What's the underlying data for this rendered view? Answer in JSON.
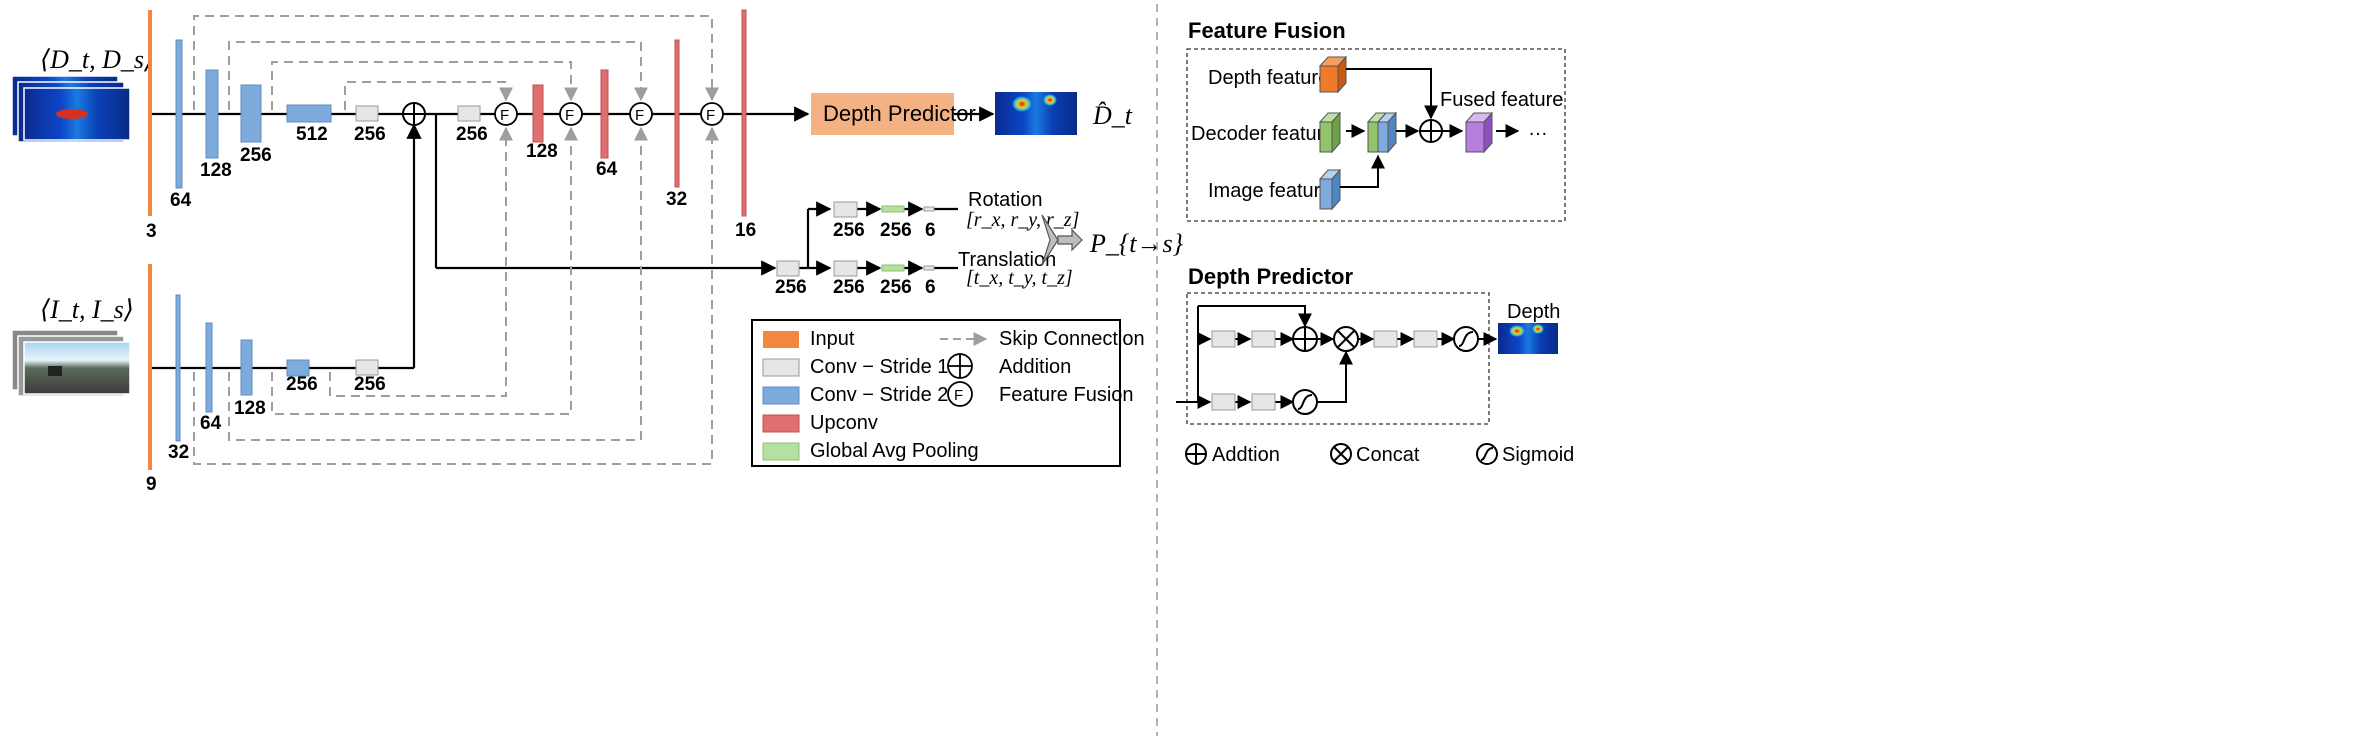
{
  "inputs": {
    "depth_pair": "⟨D_t, D_s⟩",
    "image_pair": "⟨I_t, I_s⟩"
  },
  "depth_encoder": {
    "input_channels": "3",
    "channels": [
      "64",
      "128",
      "256",
      "512",
      "256"
    ]
  },
  "image_encoder": {
    "input_channels": "9",
    "channels": [
      "32",
      "64",
      "128",
      "256",
      "256"
    ]
  },
  "decoder": {
    "conv_label": "256",
    "fusion_symbol": "F",
    "upconv_channels": [
      "128",
      "64",
      "32",
      "16"
    ]
  },
  "depth_predictor": {
    "label": "Depth Predictor",
    "output": "D̂_t"
  },
  "pose_head": {
    "shared_conv": "256",
    "rotation": {
      "label": "Rotation",
      "vector": "[r_x, r_y, r_z]",
      "convs": [
        "256",
        "256",
        "6"
      ]
    },
    "translation": {
      "label": "Translation",
      "vector": "[t_x, t_y, t_z]",
      "convs": [
        "256",
        "256",
        "6"
      ]
    },
    "output": "P_{t→s}"
  },
  "legend": {
    "items": [
      {
        "label": "Input",
        "color": "#f4873e"
      },
      {
        "label": "Conv − Stride 1",
        "color": "#e6e6e6"
      },
      {
        "label": "Conv − Stride 2",
        "color": "#7fabdc"
      },
      {
        "label": "Upconv",
        "color": "#e07070"
      },
      {
        "label": "Global Avg Pooling",
        "color": "#b5e0a0"
      }
    ],
    "symbols": [
      {
        "label": "Skip Connection",
        "icon": "dashed-arrow"
      },
      {
        "label": "Addition",
        "icon": "circle-plus"
      },
      {
        "label": "Feature Fusion",
        "icon": "circle-F"
      }
    ]
  },
  "feature_fusion_panel": {
    "title": "Feature Fusion",
    "depth_feature": "Depth feature",
    "decoder_feature": "Decoder feature",
    "image_feature": "Image feature",
    "fused_feature": "Fused feature",
    "ellipsis": "…"
  },
  "depth_predictor_panel": {
    "title": "Depth Predictor",
    "output_label": "Depth"
  },
  "bottom_legend": {
    "addition": "Addtion",
    "concat": "Concat",
    "sigmoid": "Sigmoid"
  },
  "colors": {
    "input": "#f4873e",
    "conv_stride1": "#e6e6e6",
    "conv_stride2": "#7fabdc",
    "upconv": "#e07070",
    "gap": "#b5e0a0",
    "depth_predictor_box": "#f4b183",
    "skip": "#9e9e9e"
  }
}
